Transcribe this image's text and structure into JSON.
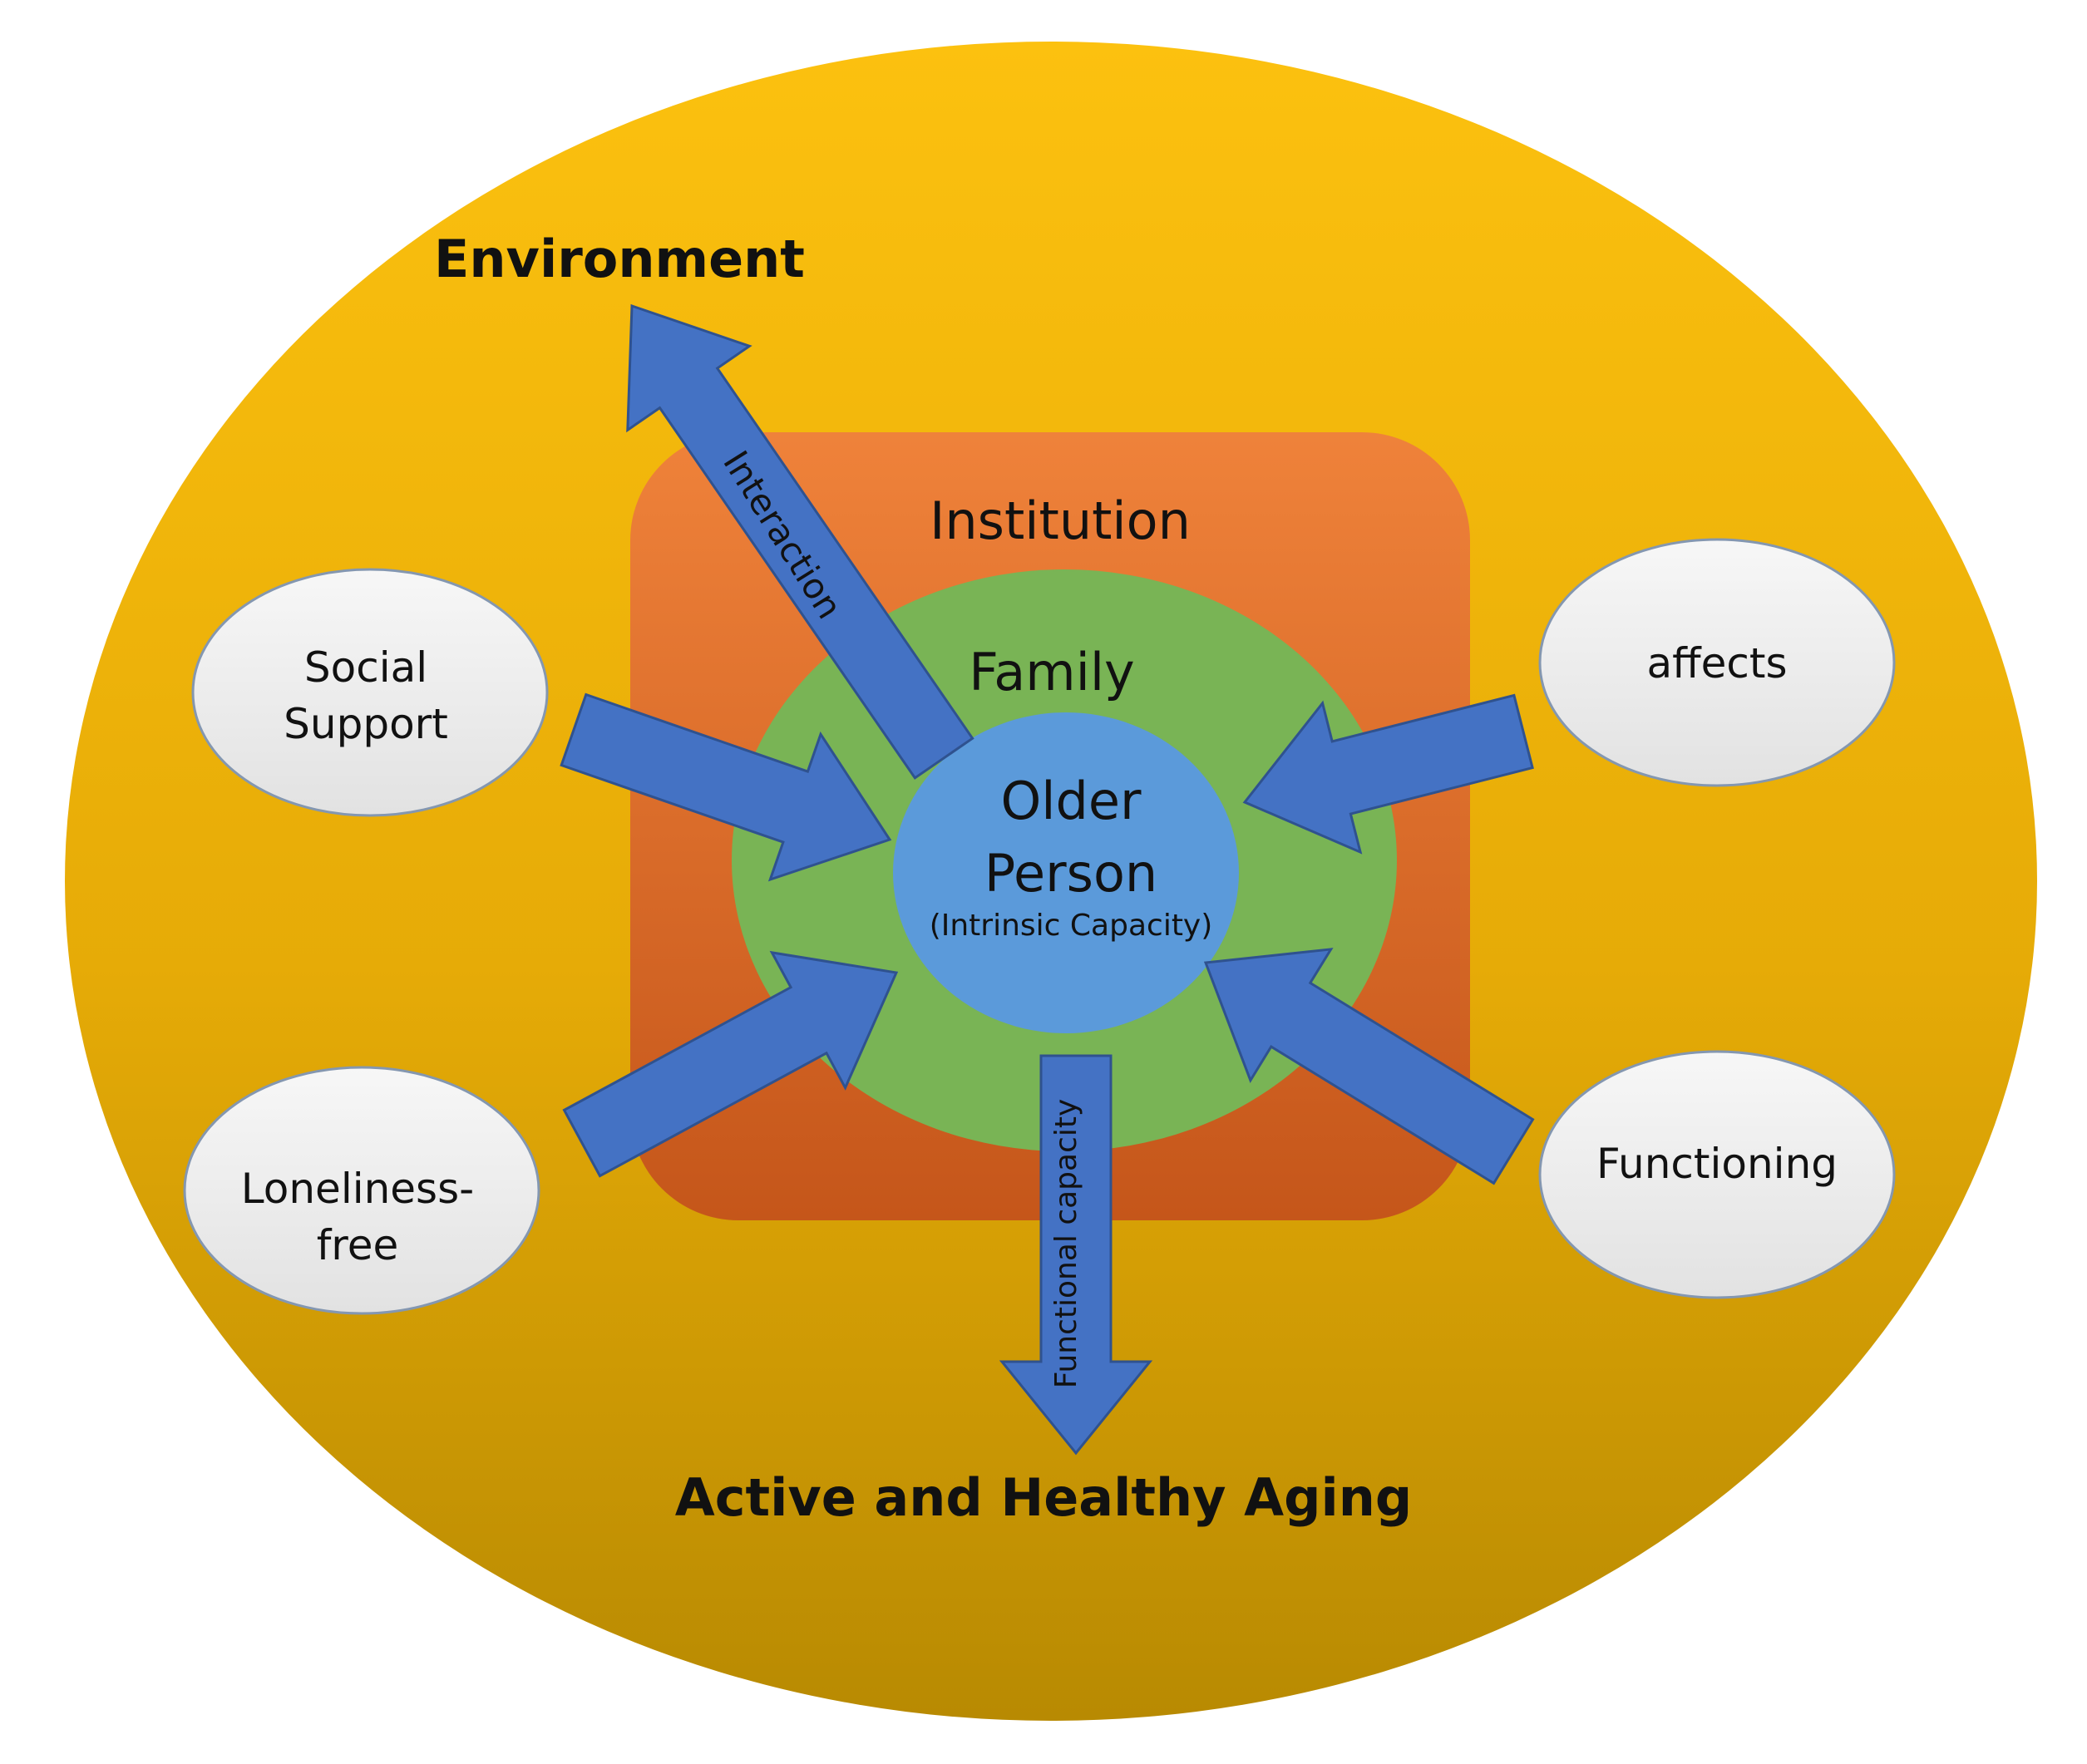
{
  "diagram": {
    "outer_label": "Environment",
    "bottom_label": "Active and Healthy Aging",
    "institution_label": "Institution",
    "family_label": "Family",
    "center": {
      "line1": "Older",
      "line2": "Person",
      "subtitle": "(Intrinsic Capacity)"
    },
    "arrow_labels": {
      "interaction": "Interaction",
      "functional_capacity": "Functional capacity"
    },
    "factors": {
      "social_support": {
        "line1": "Social",
        "line2": "Support"
      },
      "loneliness_free": {
        "line1": "Loneliness-",
        "line2": "free"
      },
      "affects": "affects",
      "functioning": "Functioning"
    },
    "colors": {
      "outer_top": "#FCC10F",
      "outer_bottom": "#B88A02",
      "institution_top": "#EF823A",
      "institution_bottom": "#C5561A",
      "family": "#79B455",
      "center": "#5B9ADA",
      "arrow_fill": "#4472C4",
      "arrow_stroke": "#2F528F",
      "factor_fill": "#EDEDED",
      "factor_stroke": "#8497B0"
    }
  }
}
